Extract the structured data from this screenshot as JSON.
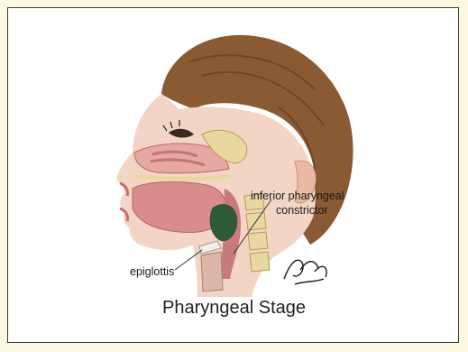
{
  "labels": {
    "constrictor_line1": "inferior pharyngeal",
    "constrictor_line2": "constrictor",
    "epiglottis": "epiglottis"
  },
  "caption": "Pharyngeal Stage",
  "colors": {
    "page_background": "#fdf9e1",
    "slide_background": "#ffffff",
    "hair": "#8a5a33",
    "skin": "#f2d5c4",
    "tissue": "#d98c8c",
    "bone": "#e9d7a0",
    "bolus": "#2f5a38"
  }
}
